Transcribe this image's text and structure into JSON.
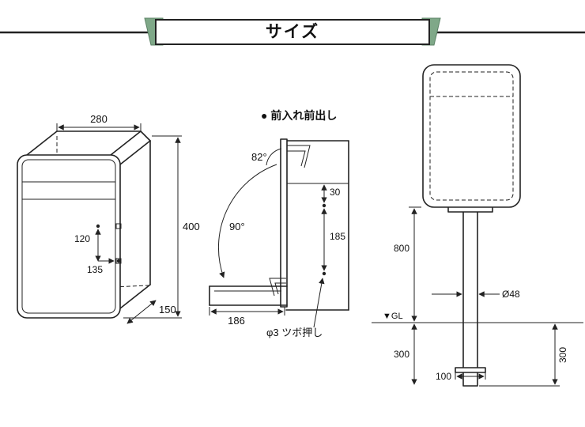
{
  "accent_color": "#7fa888",
  "header": {
    "title": "サイズ"
  },
  "iso_view": {
    "width_mm": "280",
    "height_mm": "400",
    "depth_mm": "150",
    "offset_v": "120",
    "offset_h": "135"
  },
  "side_view": {
    "heading": "● 前入れ前出し",
    "flap_angle": "82°",
    "open_angle": "90°",
    "gap_mm": "30",
    "span_mm": "185",
    "tray_mm": "186",
    "note": "φ3 ツボ押し"
  },
  "front_view": {
    "pole_height_mm": "800",
    "pole_dia": "Ø48",
    "ground_label": "▼GL",
    "embed_left_mm": "300",
    "embed_right_mm": "300",
    "anchor_mm": "100"
  }
}
